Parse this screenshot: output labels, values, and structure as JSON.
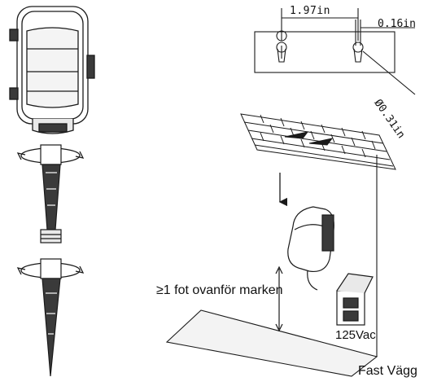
{
  "labels": {
    "height_note": "≥1 fot ovanför marken",
    "voltage": "125Vac",
    "wall": "Fast Vägg"
  },
  "dimensions": {
    "hole_spacing": "1.97in",
    "slot_width": "0.16in",
    "hole_diameter": "Ø0.31in"
  },
  "colors": {
    "line": "#1a1a1a",
    "fill_dark": "#3a3a3a",
    "fill_light": "#e9e9e9"
  },
  "icons": {
    "device": "control-box-icon",
    "stake": "ground-stake-icon",
    "outlet": "power-outlet-icon",
    "wall": "brick-wall-icon"
  }
}
